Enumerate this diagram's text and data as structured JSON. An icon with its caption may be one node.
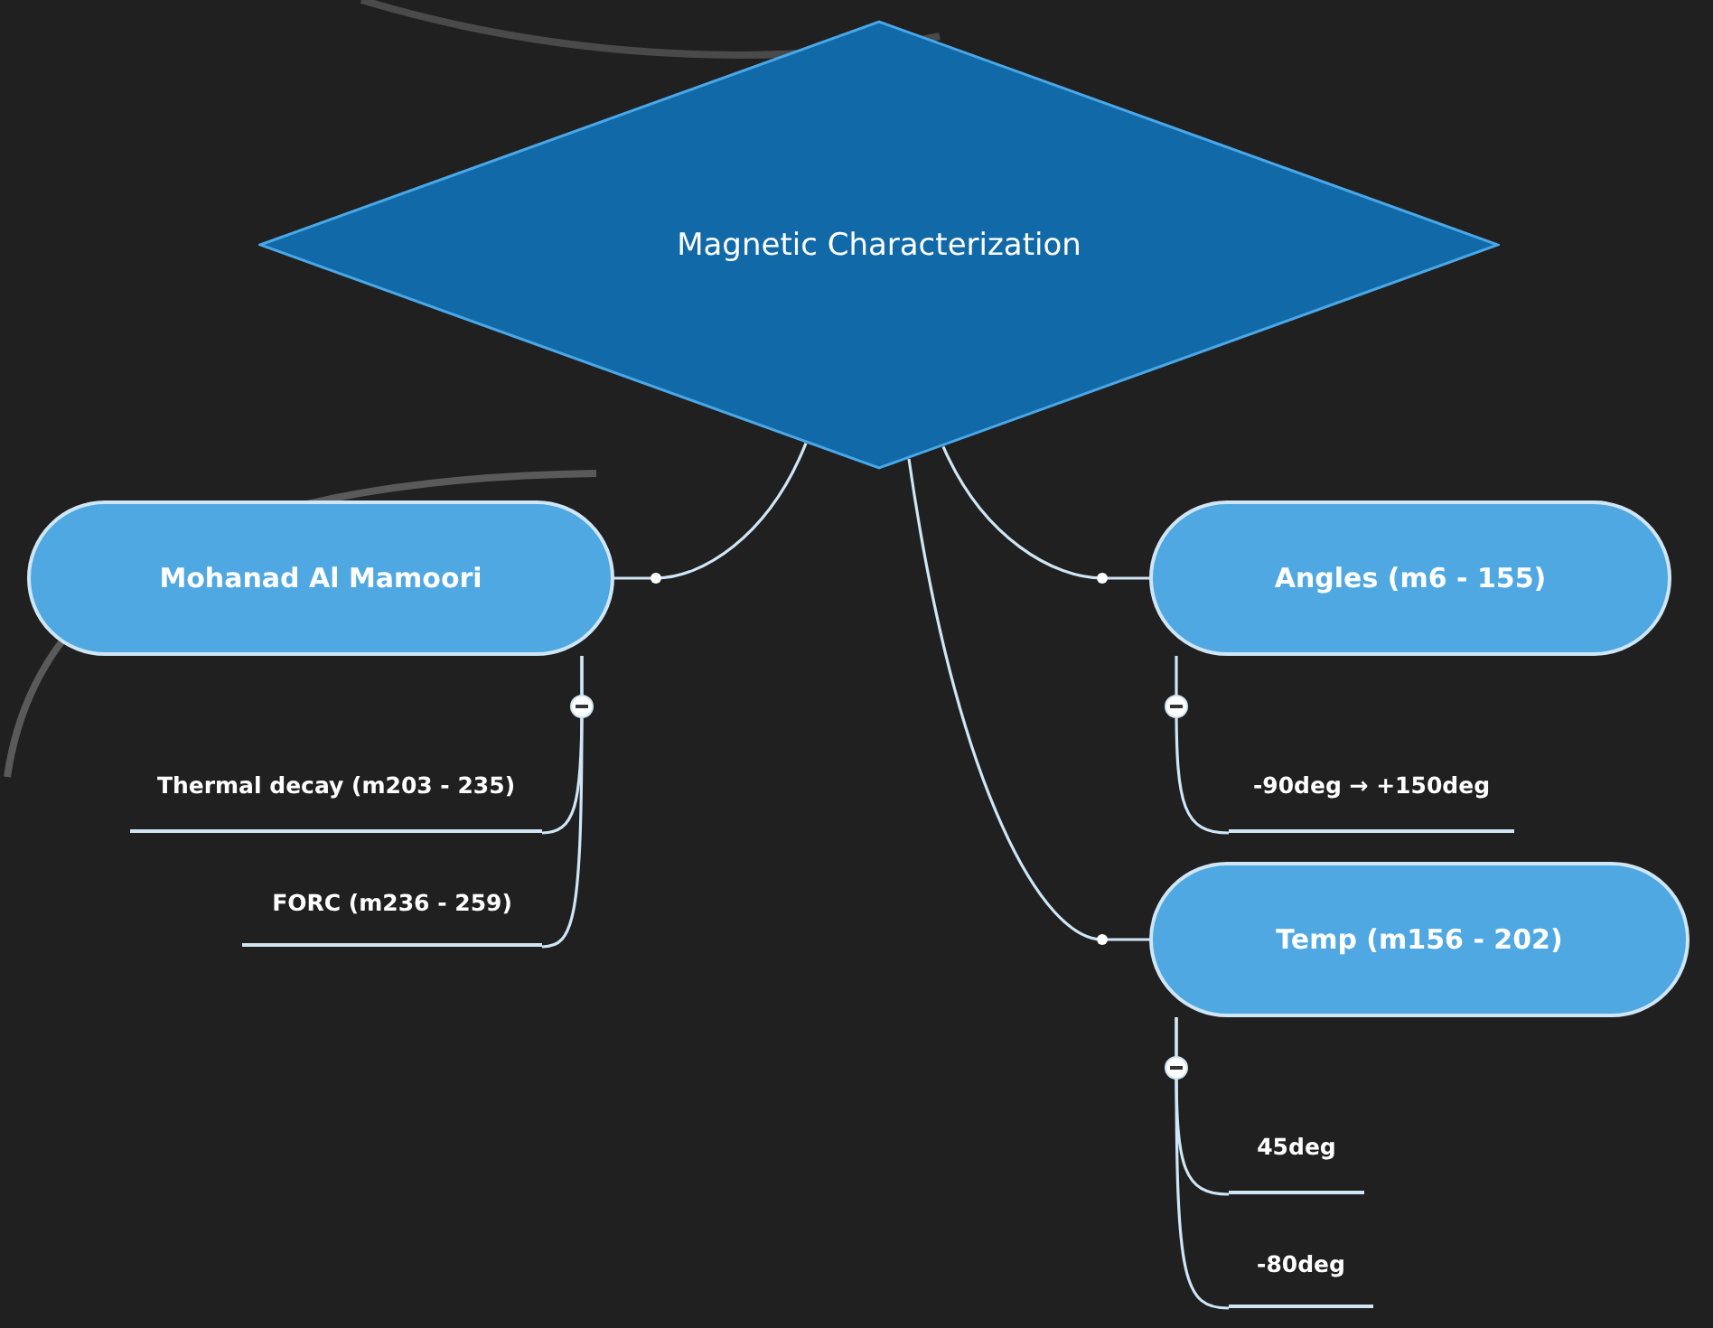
{
  "diagram": {
    "nodes": [
      {
        "text": [
          "Magnetic Characterization"
        ]
      },
      {
        "text": [
          "Mohanad Al Mamoori"
        ]
      },
      {
        "text": [
          "Angles (m6 - 155)"
        ]
      },
      {
        "text": [
          "Temp (m156 - 202)"
        ]
      },
      {
        "text": [
          "Thermal decay (m203 - 235)"
        ]
      },
      {
        "text": [
          "FORC (m236 - 259)"
        ]
      },
      {
        "text": [
          "-90deg → +150deg"
        ]
      },
      {
        "text": [
          "45deg"
        ]
      },
      {
        "text": [
          "-80deg"
        ]
      }
    ],
    "edges": [
      {
        "from": 0,
        "to": 1,
        "arrow": "none"
      },
      {
        "from": 0,
        "to": 2,
        "arrow": "none"
      },
      {
        "from": 0,
        "to": 3,
        "arrow": "none"
      },
      {
        "from": 1,
        "to": 4,
        "arrow": "none"
      },
      {
        "from": 1,
        "to": 5,
        "arrow": "none"
      },
      {
        "from": 2,
        "to": 6,
        "arrow": "none"
      },
      {
        "from": 3,
        "to": 7,
        "arrow": "none"
      },
      {
        "from": 3,
        "to": 8,
        "arrow": "none"
      }
    ]
  }
}
